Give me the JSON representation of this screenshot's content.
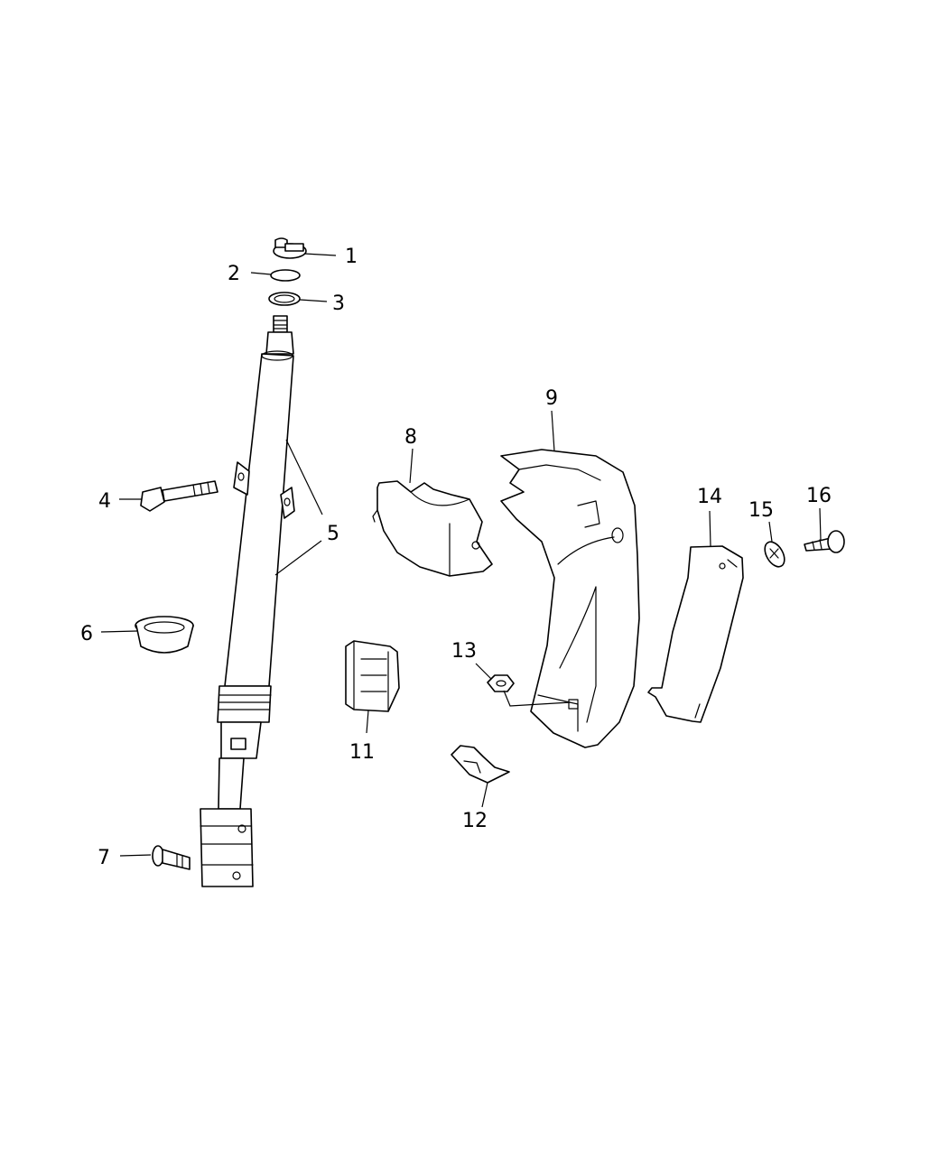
{
  "diagram": {
    "kind": "exploded parts diagram",
    "line_color": "#000000",
    "background": "#ffffff",
    "callouts": [
      "1",
      "2",
      "3",
      "4",
      "5",
      "6",
      "7",
      "8",
      "9",
      "11",
      "12",
      "13",
      "14",
      "15",
      "16"
    ]
  }
}
